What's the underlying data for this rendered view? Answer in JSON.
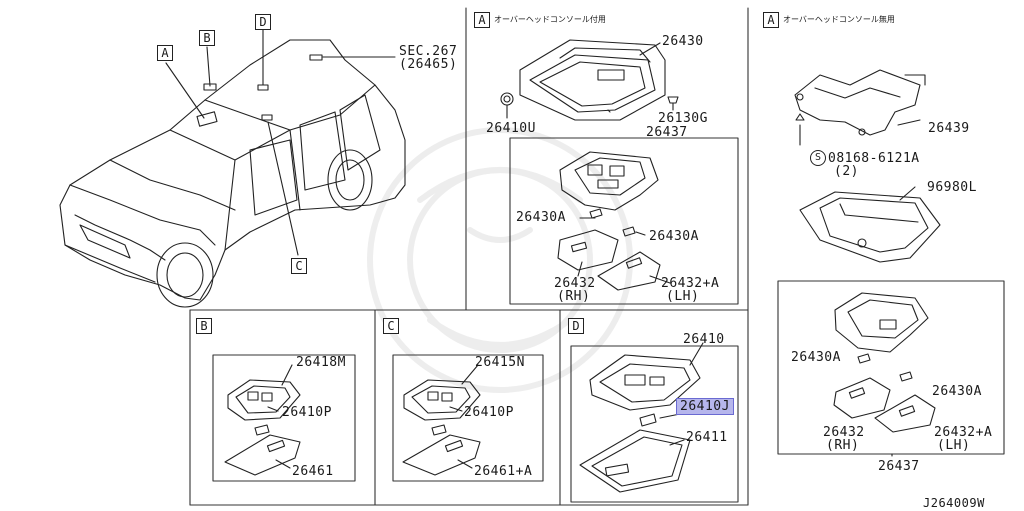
{
  "diagram": {
    "id_code": "J264009W",
    "panels": {
      "vehicle": {
        "callouts": [
          "A",
          "B",
          "D",
          "C"
        ],
        "sec_ref_line1": "SEC.267",
        "sec_ref_line2": "(26465)"
      },
      "a_top": {
        "label": "A",
        "title": "オーバーヘッドコンソール付用",
        "parts": {
          "housing": "26430",
          "clip": "26410U",
          "grommet": "26130G",
          "assy": "26437",
          "bulb_left": "26430A",
          "bulb_right": "26430A",
          "lens_rh": "26432",
          "lens_rh_note": "(RH)",
          "lens_lh": "26432+A",
          "lens_lh_note": "(LH)"
        }
      },
      "a_right": {
        "label": "A",
        "title": "オーバーヘッドコンソール無用",
        "parts": {
          "bracket": "26439",
          "screw": "08168-6121A",
          "screw_qty": "(2)",
          "screw_symbol": "S",
          "console": "96980L",
          "bulb_left": "26430A",
          "bulb_right": "26430A",
          "lens_rh": "26432",
          "lens_rh_note": "(RH)",
          "lens_lh": "26432+A",
          "lens_lh_note": "(LH)",
          "assy": "26437"
        }
      },
      "b": {
        "label": "B",
        "parts": {
          "lamp": "26418M",
          "bulb": "26410P",
          "lens": "26461"
        }
      },
      "c": {
        "label": "C",
        "parts": {
          "lamp": "26415N",
          "bulb": "26410P",
          "lens": "26461+A"
        }
      },
      "d": {
        "label": "D",
        "parts": {
          "lamp": "26410",
          "bulb": "26410J",
          "lens": "26411"
        }
      }
    }
  }
}
